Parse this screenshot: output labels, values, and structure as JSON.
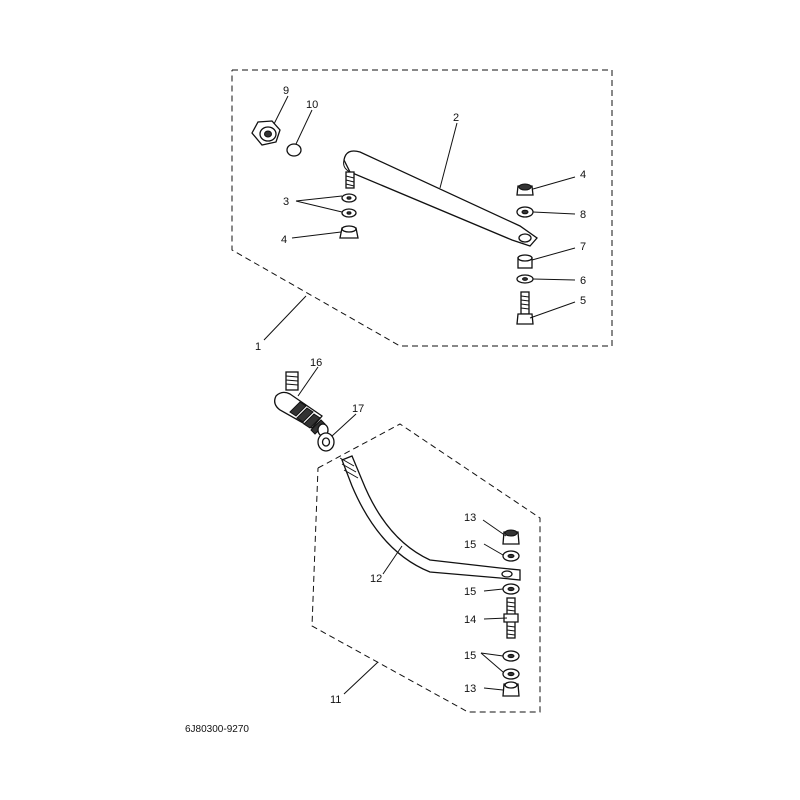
{
  "diagram": {
    "code": "6J80300-9270",
    "callouts": {
      "c1": "1",
      "c2": "2",
      "c3": "3",
      "c4a": "4",
      "c4b": "4",
      "c5": "5",
      "c6": "6",
      "c7": "7",
      "c8": "8",
      "c9": "9",
      "c10": "10",
      "c11": "11",
      "c12": "12",
      "c13a": "13",
      "c13b": "13",
      "c14": "14",
      "c15a": "15",
      "c15b": "15",
      "c15c": "15",
      "c16": "16",
      "c17": "17"
    }
  }
}
